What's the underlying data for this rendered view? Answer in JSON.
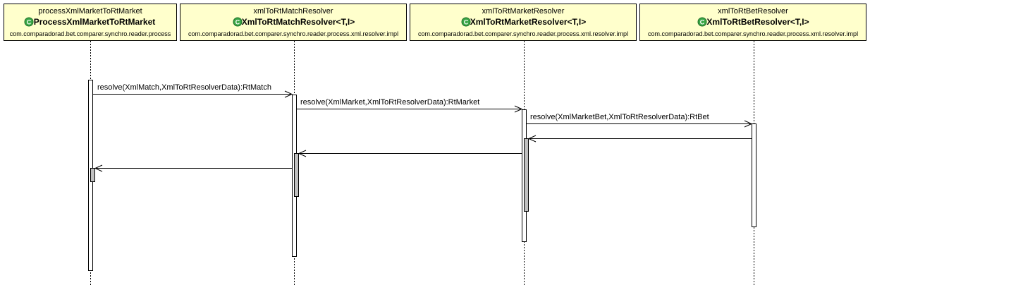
{
  "participants": [
    {
      "instance": "processXmlMarketToRtMarket",
      "class_name": "ProcessXmlMarketToRtMarket",
      "package": "com.comparadorad.bet.comparer.synchro.reader.process",
      "icon": "class-icon",
      "icon_letter": "C"
    },
    {
      "instance": "xmlToRtMatchResolver",
      "class_name": "XmlToRtMatchResolver<T,I>",
      "package": "com.comparadorad.bet.comparer.synchro.reader.process.xml.resolver.impl",
      "icon": "class-icon",
      "icon_letter": "C"
    },
    {
      "instance": "xmlToRtMarketResolver",
      "class_name": "XmlToRtMarketResolver<T,I>",
      "package": "com.comparadorad.bet.comparer.synchro.reader.process.xml.resolver.impl",
      "icon": "class-icon",
      "icon_letter": "C"
    },
    {
      "instance": "xmlToRtBetResolver",
      "class_name": "XmlToRtBetResolver<T,I>",
      "package": "com.comparadorad.bet.comparer.synchro.reader.process.xml.resolver.impl",
      "icon": "class-icon",
      "icon_letter": "C"
    }
  ],
  "messages": [
    {
      "label": "resolve(XmlMatch,XmlToRtResolverData):RtMatch",
      "from": 0,
      "to": 1,
      "kind": "call"
    },
    {
      "label": "resolve(XmlMarket,XmlToRtResolverData):RtMarket",
      "from": 1,
      "to": 2,
      "kind": "call"
    },
    {
      "label": "resolve(XmlMarketBet,XmlToRtResolverData):RtBet",
      "from": 2,
      "to": 3,
      "kind": "call"
    },
    {
      "label": "",
      "from": 3,
      "to": 2,
      "kind": "return"
    },
    {
      "label": "",
      "from": 2,
      "to": 1,
      "kind": "return"
    },
    {
      "label": "",
      "from": 1,
      "to": 0,
      "kind": "return"
    }
  ],
  "colors": {
    "header_fill": "#ffffcc",
    "class_icon": "#3aa646",
    "return_activation": "#c0c0c0"
  }
}
